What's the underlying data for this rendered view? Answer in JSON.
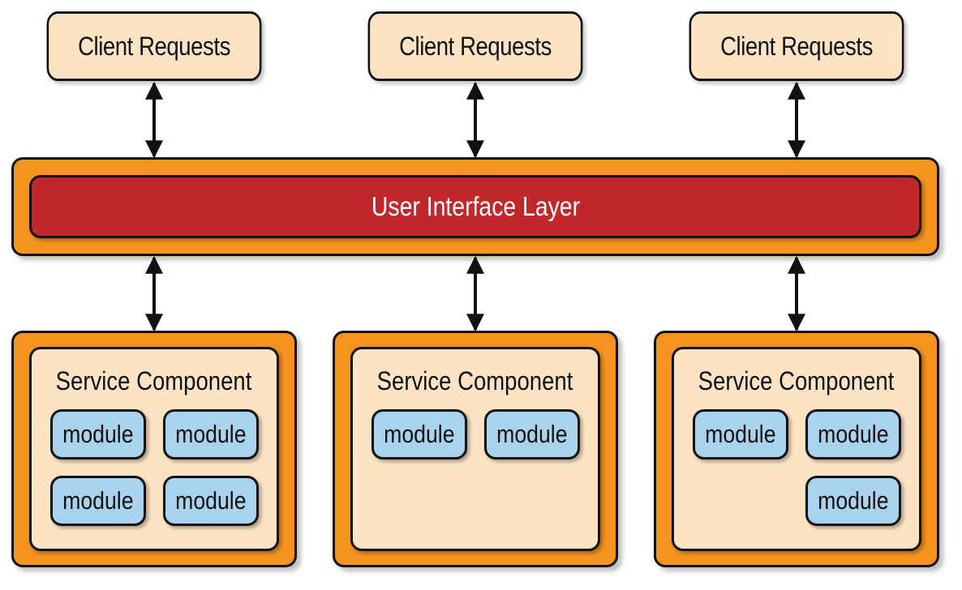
{
  "clients": [
    {
      "label": "Client Requests"
    },
    {
      "label": "Client Requests"
    },
    {
      "label": "Client Requests"
    }
  ],
  "ui_layer": {
    "label": "User Interface Layer"
  },
  "services": [
    {
      "title": "Service Component",
      "modules": [
        "module",
        "module",
        "module",
        "module"
      ]
    },
    {
      "title": "Service Component",
      "modules": [
        "module",
        "module"
      ]
    },
    {
      "title": "Service Component",
      "modules": [
        "module",
        "module",
        "module"
      ]
    }
  ],
  "colors": {
    "client_fill": "#fbe3c4",
    "orange": "#f5931f",
    "ui_red": "#c1272d",
    "module_blue": "#a9d3ec",
    "outline": "#111111"
  }
}
